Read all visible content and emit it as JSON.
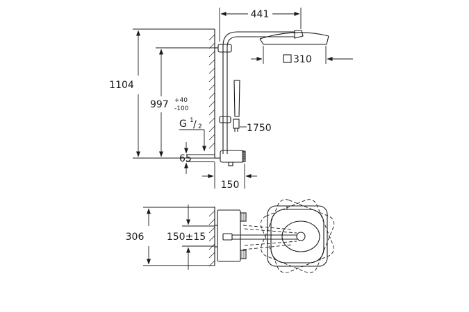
{
  "dimensions": {
    "arm_length": "441",
    "head_size": "310",
    "total_height": "1104",
    "outlet_height": "997",
    "outlet_tol_plus": "+40",
    "outlet_tol_minus": "-100",
    "thread_prefix": "G",
    "thread_num": "1",
    "thread_den": "2",
    "hose_length": "1750",
    "wall_offset": "65",
    "thermostat_depth": "150",
    "plan_width": "306",
    "connection_spacing": "150±15"
  }
}
